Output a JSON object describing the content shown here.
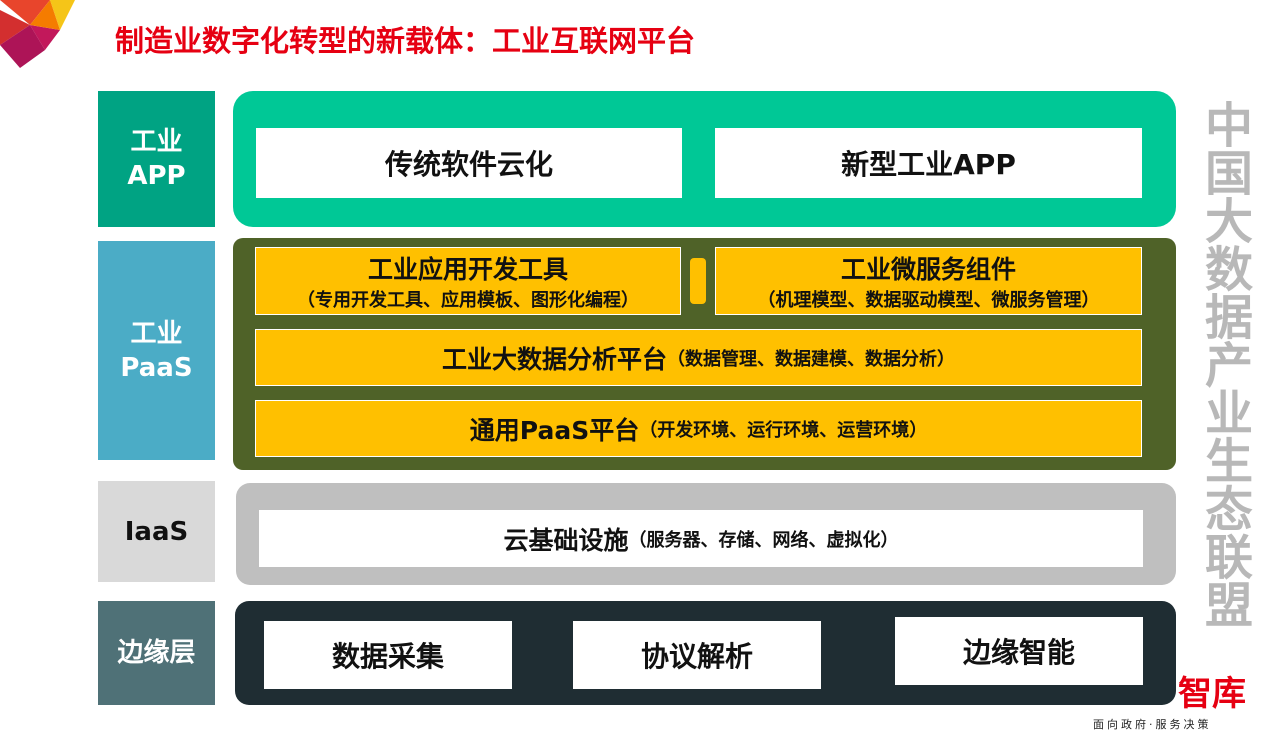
{
  "title": "制造业数字化转型的新载体：工业互联网平台",
  "layers": {
    "app": {
      "label": "工业\nAPP",
      "items": [
        "传统软件云化",
        "新型工业APP"
      ],
      "color": "#00c896",
      "label_color": "#00a383"
    },
    "paas": {
      "label": "工业\nPaaS",
      "color": "#4f6228",
      "label_color": "#4bacc6",
      "tool": {
        "main": "工业应用开发工具",
        "sub": "（专用开发工具、应用模板、图形化编程）"
      },
      "micro": {
        "main": "工业微服务组件",
        "sub": "（机理模型、数据驱动模型、微服务管理）"
      },
      "bigdata": {
        "main": "工业大数据分析平台",
        "sub": "（数据管理、数据建模、数据分析）"
      },
      "general": {
        "main": "通用PaaS平台",
        "sub": "（开发环境、运行环境、运营环境）"
      }
    },
    "iaas": {
      "label": "IaaS",
      "color": "#bfbfbf",
      "main": "云基础设施",
      "sub": "（服务器、存储、网络、虚拟化）"
    },
    "edge": {
      "label": "边缘层",
      "color": "#1f2d33",
      "label_color": "#4f7177",
      "items": [
        "数据采集",
        "协议解析",
        "边缘智能"
      ]
    }
  },
  "watermark": "中国大数据产业生态联盟",
  "logo": {
    "name": "智库",
    "slogan": "面向政府·服务决策"
  }
}
